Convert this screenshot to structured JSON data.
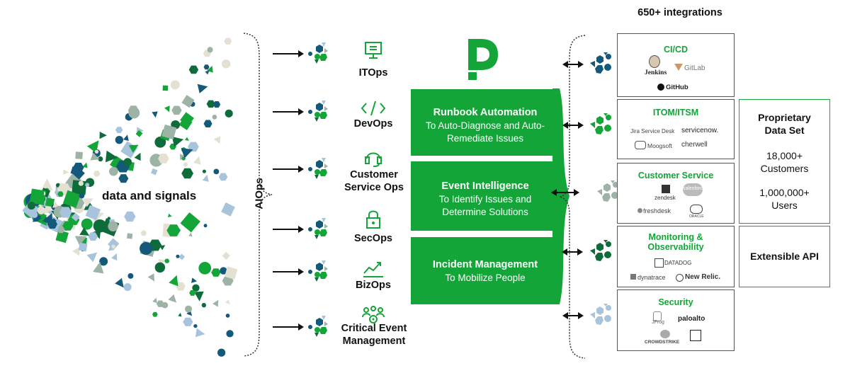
{
  "colors": {
    "green": "#13a538",
    "dark_green": "#0e6b3a",
    "navy": "#14587a",
    "gray_green": "#9db3a6",
    "light_blue": "#a8c4dc",
    "beige": "#e4e0d2"
  },
  "signals": {
    "label": "data and signals"
  },
  "aiops": {
    "label": "AIOps"
  },
  "ops": [
    {
      "label": "ITOps",
      "icon": "monitor-icon"
    },
    {
      "label": "DevOps",
      "icon": "code-icon"
    },
    {
      "label": "Customer Service Ops",
      "icon": "headset-icon"
    },
    {
      "label": "SecOps",
      "icon": "lock-icon"
    },
    {
      "label": "BizOps",
      "icon": "trend-chart-icon"
    },
    {
      "label": "Critical Event Management",
      "icon": "people-gear-icon"
    }
  ],
  "logo": {
    "icon": "pagerduty-p-icon"
  },
  "capabilities": [
    {
      "title": "Runbook Automation",
      "subtitle": "To Auto-Diagnose and Auto-Remediate Issues"
    },
    {
      "title": "Event Intelligence",
      "subtitle": "To Identify Issues and Determine Solutions"
    },
    {
      "title": "Incident Management",
      "subtitle": "To Mobilize People"
    }
  ],
  "integrations": {
    "heading": "650+ integrations",
    "categories": [
      {
        "title": "CI/CD",
        "logos": [
          "Jenkins",
          "GitLab",
          "GitHub"
        ]
      },
      {
        "title": "ITOM/ITSM",
        "logos": [
          "Jira Service Desk",
          "servicenow.",
          "Moogsoft",
          "cherwell"
        ]
      },
      {
        "title": "Customer Service",
        "logos": [
          "zendesk",
          "salesforce",
          "freshdesk",
          "ORACLE"
        ]
      },
      {
        "title": "Monitoring & Observability",
        "logos": [
          "DATADOG",
          "dynatrace",
          "New Relic."
        ]
      },
      {
        "title": "Security",
        "logos": [
          "JFrog",
          "paloalto",
          "CROWDSTRIKE"
        ]
      }
    ]
  },
  "side": {
    "dataset_title": "Proprietary Data Set",
    "customers": "18,000+ Customers",
    "users": "1,000,000+ Users",
    "api": "Extensible API"
  }
}
